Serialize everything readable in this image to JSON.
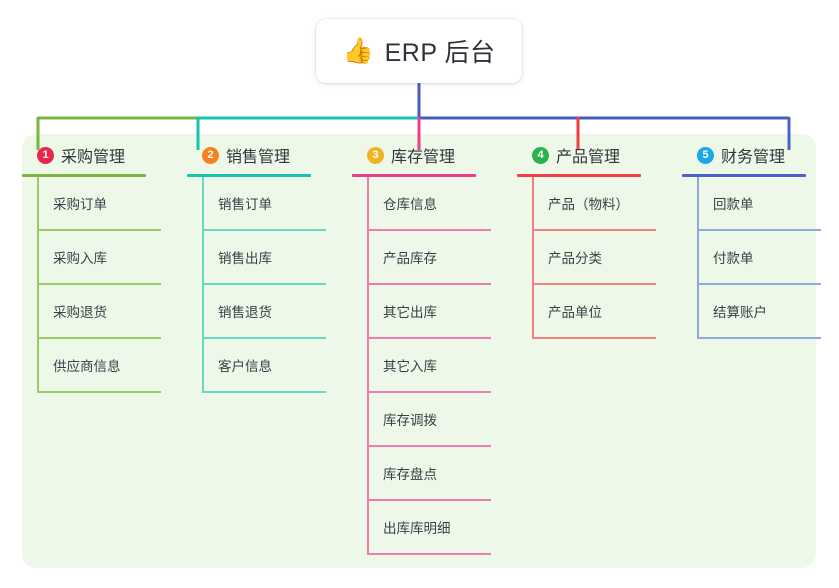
{
  "root": {
    "icon": "thumbs-up-icon",
    "icon_glyph": "👍",
    "title": "ERP 后台"
  },
  "palette": {
    "panel_bg": "#eef8e8",
    "page_bg": "#ffffff",
    "root_text": "#2f3238",
    "leaf_text": "#3a3f47",
    "trunk": "#4a5bc0"
  },
  "branches": [
    {
      "number": "1",
      "title": "采购管理",
      "badge_color": "#e8274b",
      "line_color": "#7cb342",
      "spine_color": "#9ccc65",
      "children": [
        {
          "label": "采购订单"
        },
        {
          "label": "采购入库"
        },
        {
          "label": "采购退货"
        },
        {
          "label": "供应商信息"
        }
      ]
    },
    {
      "number": "2",
      "title": "销售管理",
      "badge_color": "#f5821f",
      "line_color": "#19c3ae",
      "spine_color": "#69d7c6",
      "children": [
        {
          "label": "销售订单"
        },
        {
          "label": "销售出库"
        },
        {
          "label": "销售退货"
        },
        {
          "label": "客户信息"
        }
      ]
    },
    {
      "number": "3",
      "title": "库存管理",
      "badge_color": "#f0b323",
      "line_color": "#ea3d8c",
      "spine_color": "#f07bb0",
      "children": [
        {
          "label": "仓库信息"
        },
        {
          "label": "产品库存"
        },
        {
          "label": "其它出库"
        },
        {
          "label": "其它入库"
        },
        {
          "label": "库存调拨"
        },
        {
          "label": "库存盘点"
        },
        {
          "label": "出库库明细"
        }
      ]
    },
    {
      "number": "4",
      "title": "产品管理",
      "badge_color": "#2bb24c",
      "line_color": "#ef3e42",
      "spine_color": "#f2817f",
      "children": [
        {
          "label": "产品（物料）"
        },
        {
          "label": "产品分类"
        },
        {
          "label": "产品单位"
        }
      ]
    },
    {
      "number": "5",
      "title": "财务管理",
      "badge_color": "#1ba7e8",
      "line_color": "#4a63c8",
      "spine_color": "#8fa8dd",
      "children": [
        {
          "label": "回款单"
        },
        {
          "label": "付款单"
        },
        {
          "label": "结算账户"
        }
      ]
    }
  ],
  "connector": {
    "segments": [
      {
        "name": "bus-green",
        "color": "#7cb342"
      },
      {
        "name": "bus-teal",
        "color": "#19c3ae"
      },
      {
        "name": "bus-indigo",
        "color": "#4a5bc0"
      }
    ]
  }
}
